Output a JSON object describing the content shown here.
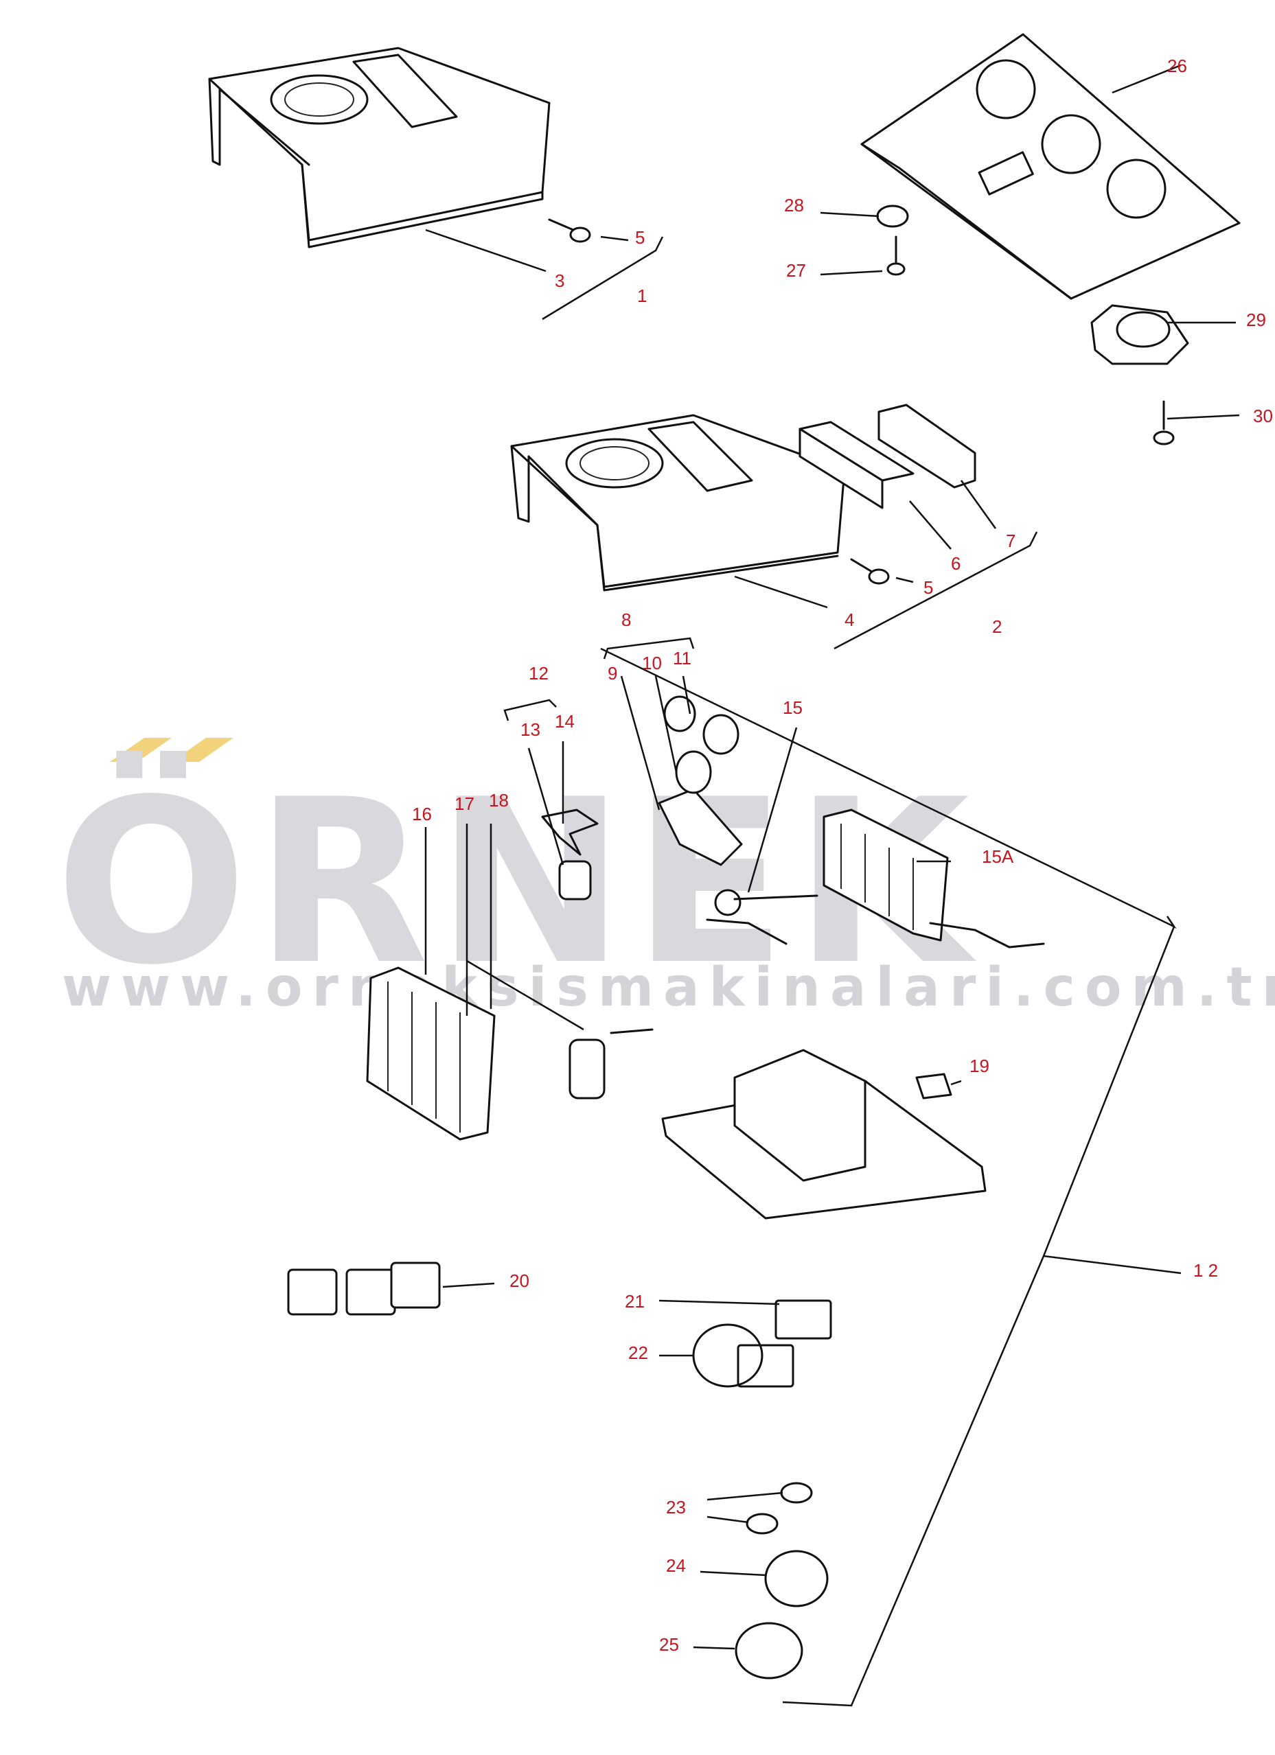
{
  "watermark": {
    "brand": "ÖRNEK",
    "url": "www.orneksismakinalari.com.tr",
    "accent_color": "#f2d27a",
    "text_color": "#d9d8dd"
  },
  "callouts": {
    "c1": "1",
    "c2": "2",
    "c3": "3",
    "c4": "4",
    "c5a": "5",
    "c5b": "5",
    "c6": "6",
    "c7": "7",
    "c8": "8",
    "c9": "9",
    "c10": "10",
    "c11": "11",
    "c12": "12",
    "c13": "13",
    "c14": "14",
    "c15": "15",
    "c15a": "15A",
    "c16": "16",
    "c17": "17",
    "c18": "18",
    "c19": "19",
    "c20": "20",
    "c21": "21",
    "c22": "22",
    "c23": "23",
    "c24": "24",
    "c25": "25",
    "c26": "26",
    "c27": "27",
    "c28": "28",
    "c29": "29",
    "c30": "30",
    "c12b": "1 2"
  },
  "colors": {
    "callout": "#c8141e",
    "line": "#111111"
  }
}
